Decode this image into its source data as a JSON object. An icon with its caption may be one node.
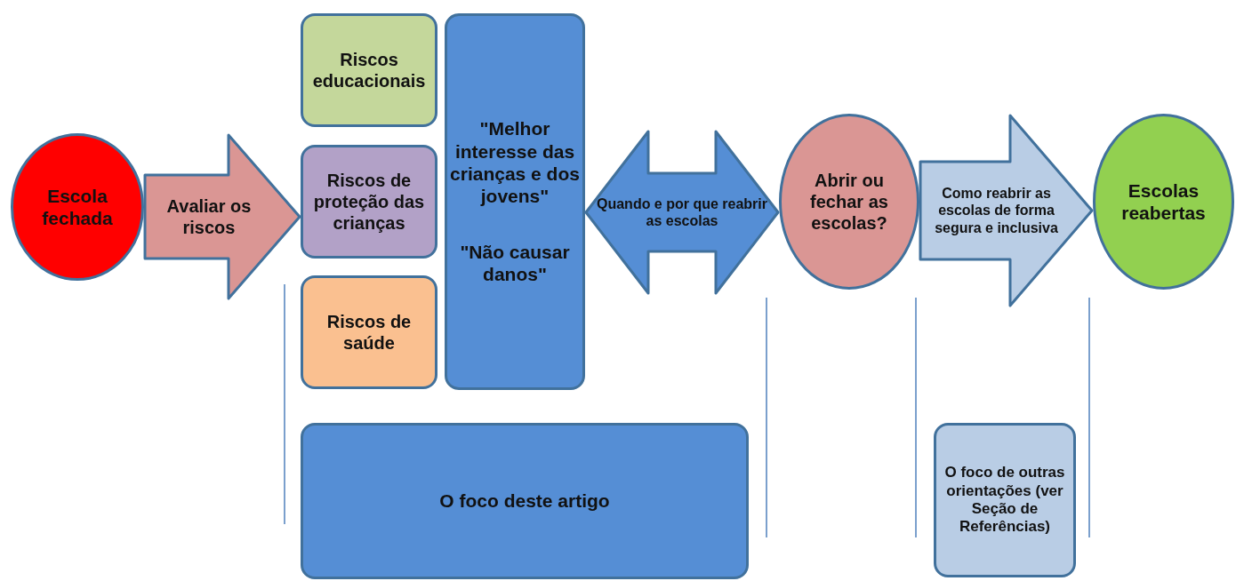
{
  "diagram": {
    "nodes": [
      {
        "text": [
          "Escola fechada"
        ]
      },
      {
        "text": [
          "Riscos educacionais"
        ]
      },
      {
        "text": [
          "Riscos de proteção das crianças"
        ]
      },
      {
        "text": [
          "Riscos de saúde"
        ]
      },
      {
        "text": [
          "\"Melhor interesse das crianças e dos jovens\"",
          "\"Não causar danos\""
        ]
      },
      {
        "text": [
          "Abrir ou fechar as escolas?"
        ]
      },
      {
        "text": [
          "Escolas reabertas"
        ]
      },
      {
        "text": [
          "O foco deste artigo"
        ]
      },
      {
        "text": [
          "O foco de outras orientações (ver Seção de Referências)"
        ]
      }
    ],
    "edges": [
      {
        "from": 0,
        "to": 2,
        "arrow": "to",
        "label": "Avaliar os riscos"
      },
      {
        "from": 4,
        "to": 5,
        "arrow": "both",
        "label": "Quando e por que reabrir as escolas"
      },
      {
        "from": 5,
        "to": 6,
        "arrow": "to",
        "label": "Como reabrir as escolas de forma segura e inclusiva"
      }
    ]
  }
}
